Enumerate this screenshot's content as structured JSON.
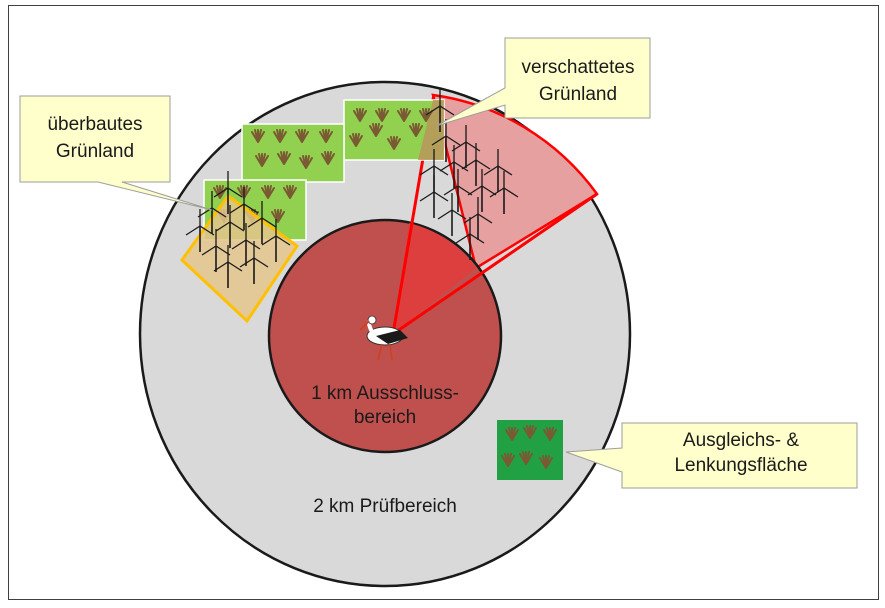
{
  "labels": {
    "exclusion_line1": "1 km Ausschluss-",
    "exclusion_line2": "bereich",
    "test_zone": "2 km Prüfbereich",
    "callout_built_line1": "überbautes",
    "callout_built_line2": "Grünland",
    "callout_shaded_line1": "verschattetes",
    "callout_shaded_line2": "Grünland",
    "callout_comp_line1": "Ausgleichs- &",
    "callout_comp_line2": "Lenkungsfläche"
  },
  "colors": {
    "frame": "#404040",
    "outer_zone": "#d9d9d9",
    "inner_zone": "#c0504d",
    "shade_sector": "#e6a0a0",
    "shade_stroke": "#ff0000",
    "wind_park_fill": "#e4c48c",
    "wind_park_stroke": "#ffc000",
    "grassland": "#92d050",
    "compensation": "#21a044",
    "tuft": "#7a5a32",
    "callout_fill": "#ffffcc",
    "turbine": "#1a1a1a"
  },
  "icons": {
    "stork": "stork-icon",
    "turbine": "wind-turbine-icon",
    "tuft": "grass-tuft-icon"
  }
}
